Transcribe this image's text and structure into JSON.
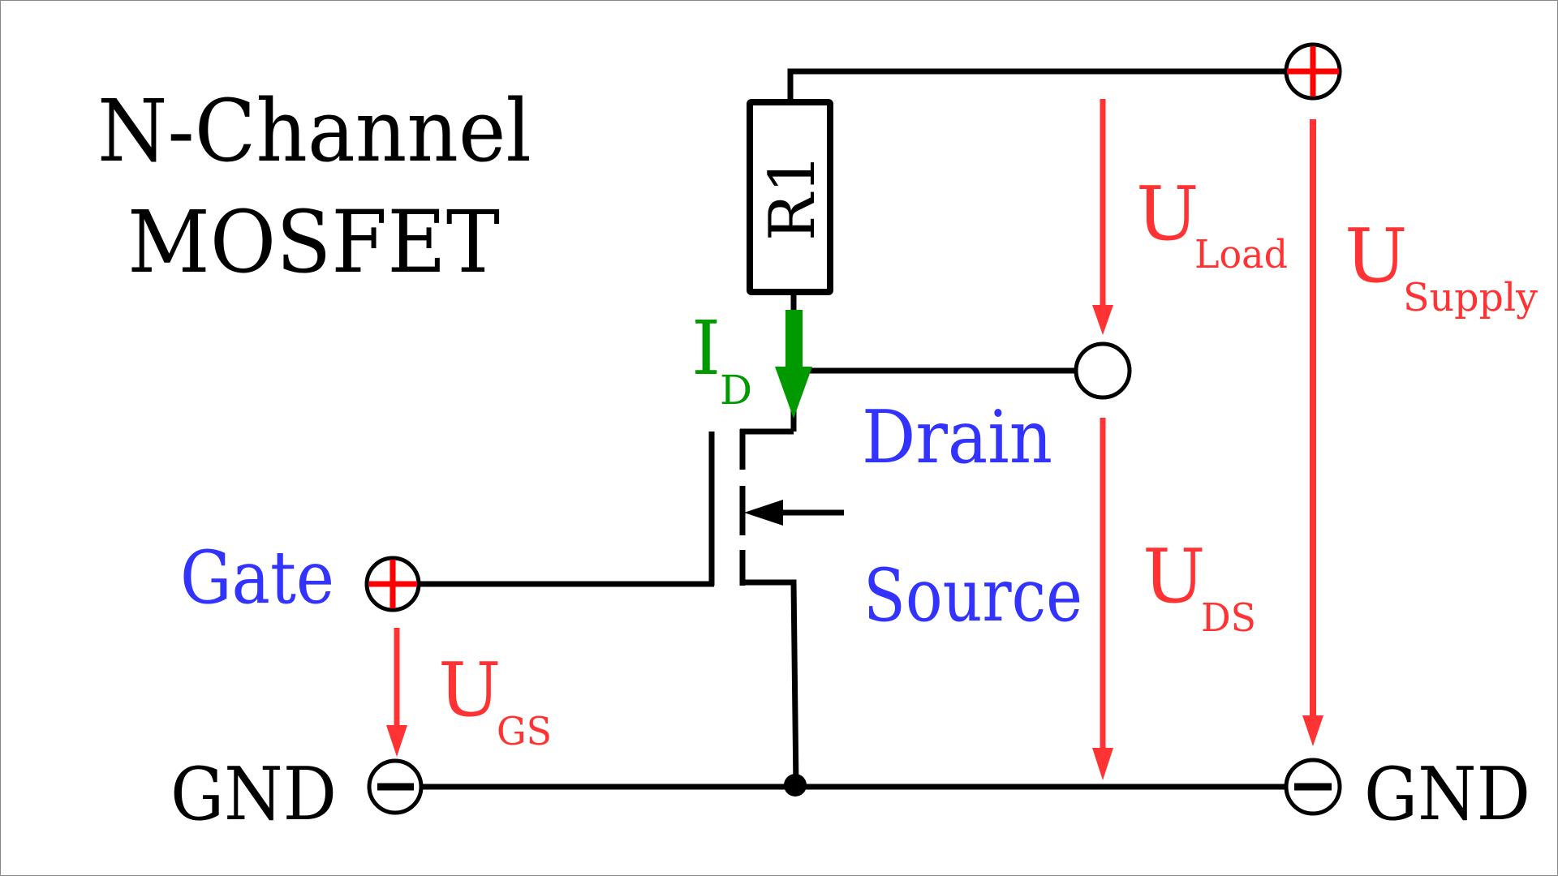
{
  "title": {
    "line1": "N-Channel",
    "line2": "MOSFET"
  },
  "components": {
    "resistor": {
      "label": "R1"
    },
    "transistor": {
      "type": "N-Channel MOSFET (enhancement)"
    }
  },
  "pins": {
    "drain": "Drain",
    "source": "Source",
    "gate": "Gate"
  },
  "terminals": {
    "gnd_left": "GND",
    "gnd_right": "GND",
    "supply_plus": "+",
    "supply_minus": "−",
    "gate_plus": "+",
    "gnd_minus": "−"
  },
  "current": {
    "symbol": "I",
    "subscript": "D"
  },
  "voltages": {
    "load": {
      "symbol": "U",
      "subscript": "Load"
    },
    "supply": {
      "symbol": "U",
      "subscript": "Supply"
    },
    "ds": {
      "symbol": "U",
      "subscript": "DS"
    },
    "gs": {
      "symbol": "U",
      "subscript": "GS"
    }
  },
  "colors": {
    "voltage": "#ff3333",
    "current": "#009900",
    "pin_label": "#3333ff",
    "plus_sign": "#ff0000",
    "wire": "#000000"
  }
}
